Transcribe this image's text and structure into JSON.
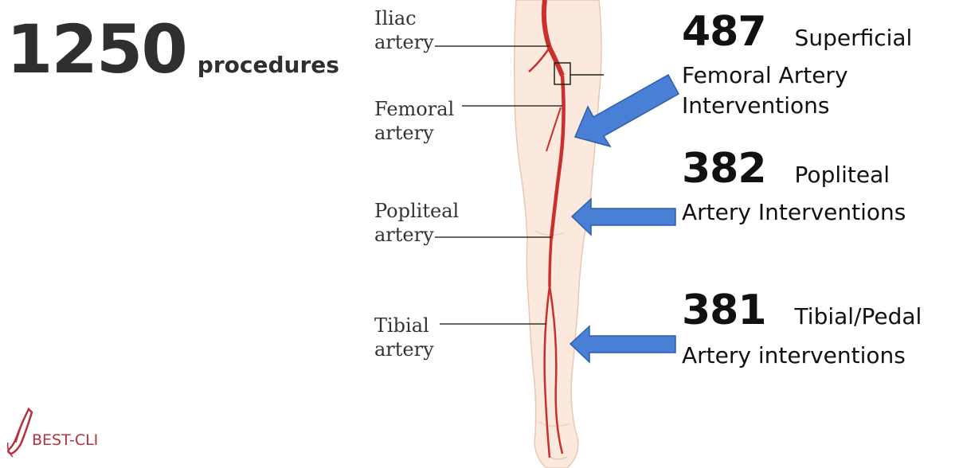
{
  "total": {
    "number": "1250",
    "label": "procedures"
  },
  "diagram": {
    "artery_labels": [
      {
        "line1": "Iliac",
        "line2": "artery"
      },
      {
        "line1": "Femoral",
        "line2": "artery"
      },
      {
        "line1": "Popliteal",
        "line2": "artery"
      },
      {
        "line1": "Tibial",
        "line2": "artery"
      }
    ]
  },
  "stats": [
    {
      "number": "487",
      "word": "Superficial",
      "line2": "Femoral Artery",
      "line3": "Interventions"
    },
    {
      "number": "382",
      "word": "Popliteal",
      "line2": "Artery Interventions"
    },
    {
      "number": "381",
      "word": "Tibial/Pedal",
      "line2": "Artery interventions"
    }
  ],
  "logo": {
    "text": "BEST-CLI"
  },
  "colors": {
    "artery_red": "#c9302c",
    "skin": "#fbe9dd",
    "arrow_blue": "#4a7fd6",
    "logo_red": "#b5313c"
  }
}
